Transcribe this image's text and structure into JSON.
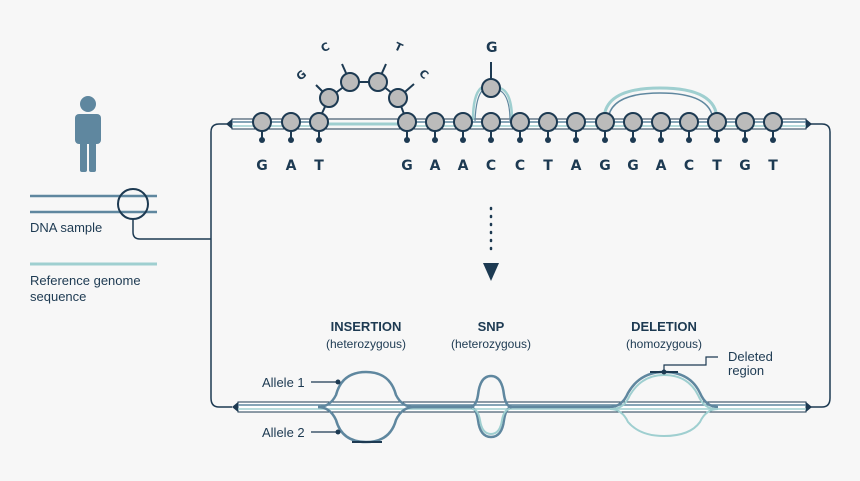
{
  "legend": {
    "sample_label": "DNA sample",
    "reference_label": "Reference genome",
    "reference_label_line2": "sequence"
  },
  "bases": [
    "G",
    "A",
    "T",
    "G",
    "A",
    "A",
    "C",
    "C",
    "T",
    "A",
    "G",
    "G",
    "A",
    "C",
    "T",
    "G",
    "T"
  ],
  "insertion_bases": [
    "G",
    "C",
    "T",
    "C"
  ],
  "snp_base": "G",
  "variants": {
    "insertion_title": "INSERTION",
    "insertion_sub": "(heterozygous)",
    "snp_title": "SNP",
    "snp_sub": "(heterozygous)",
    "deletion_title": "DELETION",
    "deletion_sub": "(homozygous)"
  },
  "alleles": {
    "allele1": "Allele 1",
    "allele2": "Allele 2"
  },
  "deleted_region": {
    "line1": "Deleted",
    "line2": "region"
  },
  "colors": {
    "dark": "#1d3a52",
    "mid": "#5f879f",
    "light": "#9fcfd0",
    "node_fill": "#bbbbbb",
    "background": "#f7f7f7"
  }
}
